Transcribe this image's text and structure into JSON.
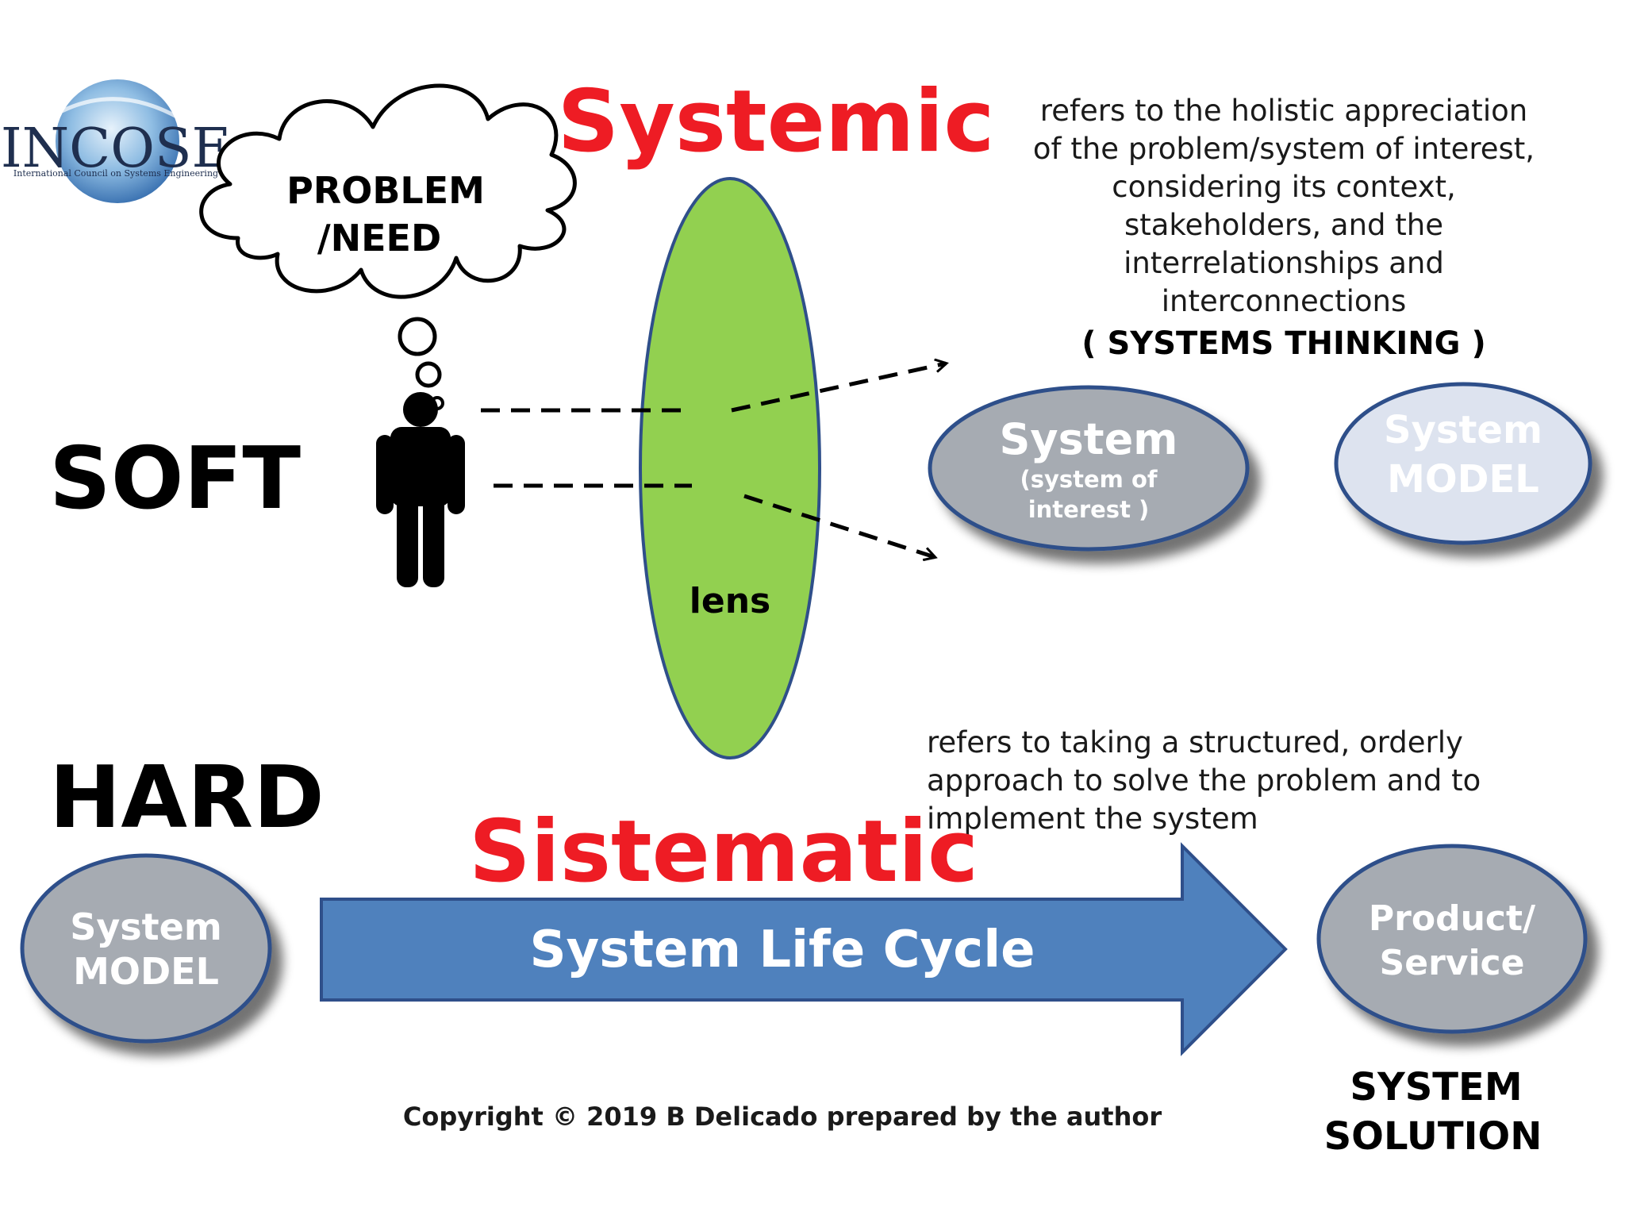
{
  "logo": {
    "name": "INCOSE",
    "subtitle": "International Council on Systems Engineering"
  },
  "cloud": {
    "line1": "PROBLEM",
    "line2": "/NEED"
  },
  "labels": {
    "soft": "SOFT",
    "hard": "HARD",
    "lens": "lens"
  },
  "systemic": {
    "title": "Systemic",
    "description": [
      "refers to the holistic appreciation",
      "of the problem/system of interest,",
      "considering its context,",
      "stakeholders, and the",
      "interrelationships and",
      "interconnections"
    ],
    "emphasis": "( SYSTEMS THINKING )"
  },
  "soft_nodes": {
    "system": {
      "line1": "System",
      "line2": "(system of",
      "line3": "interest )"
    },
    "model": {
      "line1": "System",
      "line2": "MODEL"
    }
  },
  "sistematic": {
    "title": "Sistematic",
    "description": [
      "refers to taking a structured, orderly",
      "approach to solve the problem and to",
      "implement the system"
    ]
  },
  "hard_nodes": {
    "model": {
      "line1": "System",
      "line2": "MODEL"
    },
    "arrow_label": "System Life Cycle",
    "product": {
      "line1": "Product/",
      "line2": "Service"
    },
    "solution": {
      "line1": "SYSTEM",
      "line2": "SOLUTION"
    }
  },
  "copyright": "Copyright © 2019 B Delicado prepared by the author",
  "colors": {
    "red": "#ee1c24",
    "lens_green": "#92d050",
    "ellipse_gray": "#a6abb2",
    "ellipse_light": "#dde3ef",
    "ellipse_border": "#2f4f8a",
    "arrow_blue": "#4f81bd"
  }
}
